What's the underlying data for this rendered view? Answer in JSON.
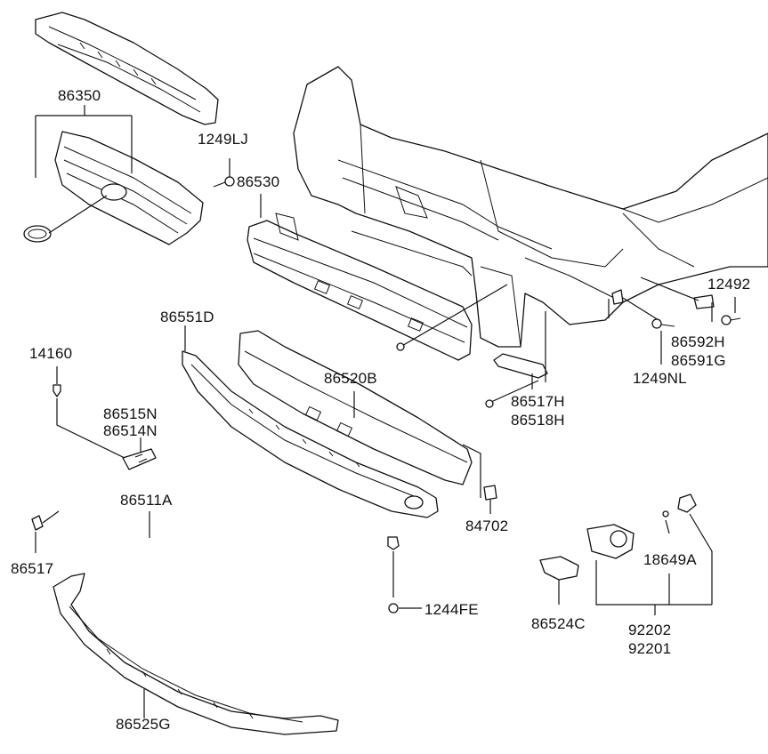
{
  "labels": {
    "p86350": "86350",
    "p1249LJ": "1249LJ",
    "p86530": "86530",
    "p12492": "12492",
    "p86592H": "86592H",
    "p86591G": "86591G",
    "p1249NL": "1249NL",
    "p86551D": "86551D",
    "p14160": "14160",
    "p86520B": "86520B",
    "p86517H": "86517H",
    "p86518H": "86518H",
    "p86515N": "86515N",
    "p86514N": "86514N",
    "p86511A": "86511A",
    "p84702": "84702",
    "p86517": "86517",
    "p18649A": "18649A",
    "p1244FE": "1244FE",
    "p86524C": "86524C",
    "p92202": "92202",
    "p92201": "92201",
    "p86525G": "86525G"
  }
}
